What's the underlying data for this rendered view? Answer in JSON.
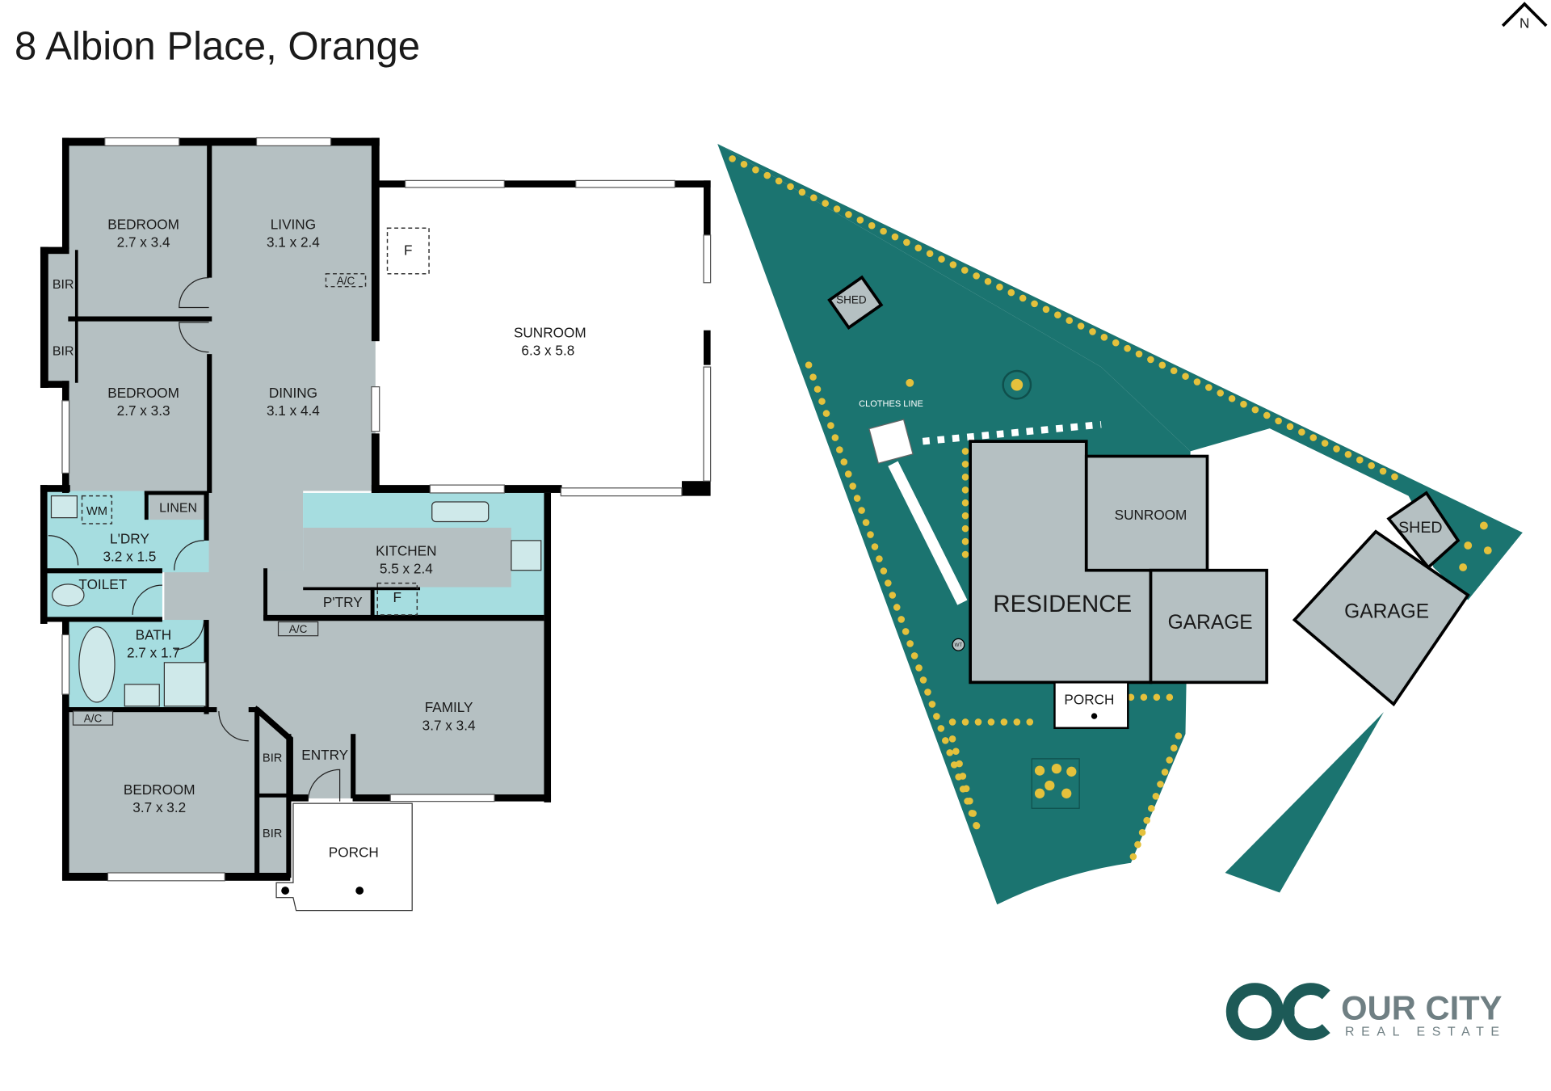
{
  "title": "8 Albion Place, Orange",
  "compass": {
    "label": "N",
    "icon": "north-arrow-icon"
  },
  "floor_plan": {
    "rooms": [
      {
        "name": "BEDROOM",
        "size": "2.7 x 3.4"
      },
      {
        "name": "BEDROOM",
        "size": "2.7 x 3.3"
      },
      {
        "name": "LIVING",
        "size": "3.1 x 2.4"
      },
      {
        "name": "DINING",
        "size": "3.1 x 4.4"
      },
      {
        "name": "SUNROOM",
        "size": "6.3 x 5.8"
      },
      {
        "name": "KITCHEN",
        "size": "5.5 x 2.4"
      },
      {
        "name": "L'DRY",
        "size": "3.2 x 1.5"
      },
      {
        "name": "BATH",
        "size": "2.7 x 1.7"
      },
      {
        "name": "FAMILY",
        "size": "3.7 x 3.4"
      },
      {
        "name": "BEDROOM",
        "size": "3.7 x 3.2"
      }
    ],
    "labels": {
      "bir": "BIR",
      "linen": "LINEN",
      "wm": "WM",
      "toilet": "TOILET",
      "pantry": "P'TRY",
      "fridge": "F",
      "ac": "A/C",
      "entry": "ENTRY",
      "porch": "PORCH"
    }
  },
  "site_plan": {
    "labels": {
      "shed": "SHED",
      "clothes_line": "CLOTHES LINE",
      "residence": "RESIDENCE",
      "sunroom": "SUNROOM",
      "garage": "GARAGE",
      "porch": "PORCH",
      "wt": "WT"
    },
    "colors": {
      "land": "#1b7470",
      "plants": "#e4c13c",
      "building": "#b5c0c2"
    }
  },
  "logo": {
    "mark": "OC",
    "name": "OUR CITY",
    "tagline": "REAL ESTATE",
    "color": "#1d5a57",
    "text_color": "#6f7f83"
  }
}
